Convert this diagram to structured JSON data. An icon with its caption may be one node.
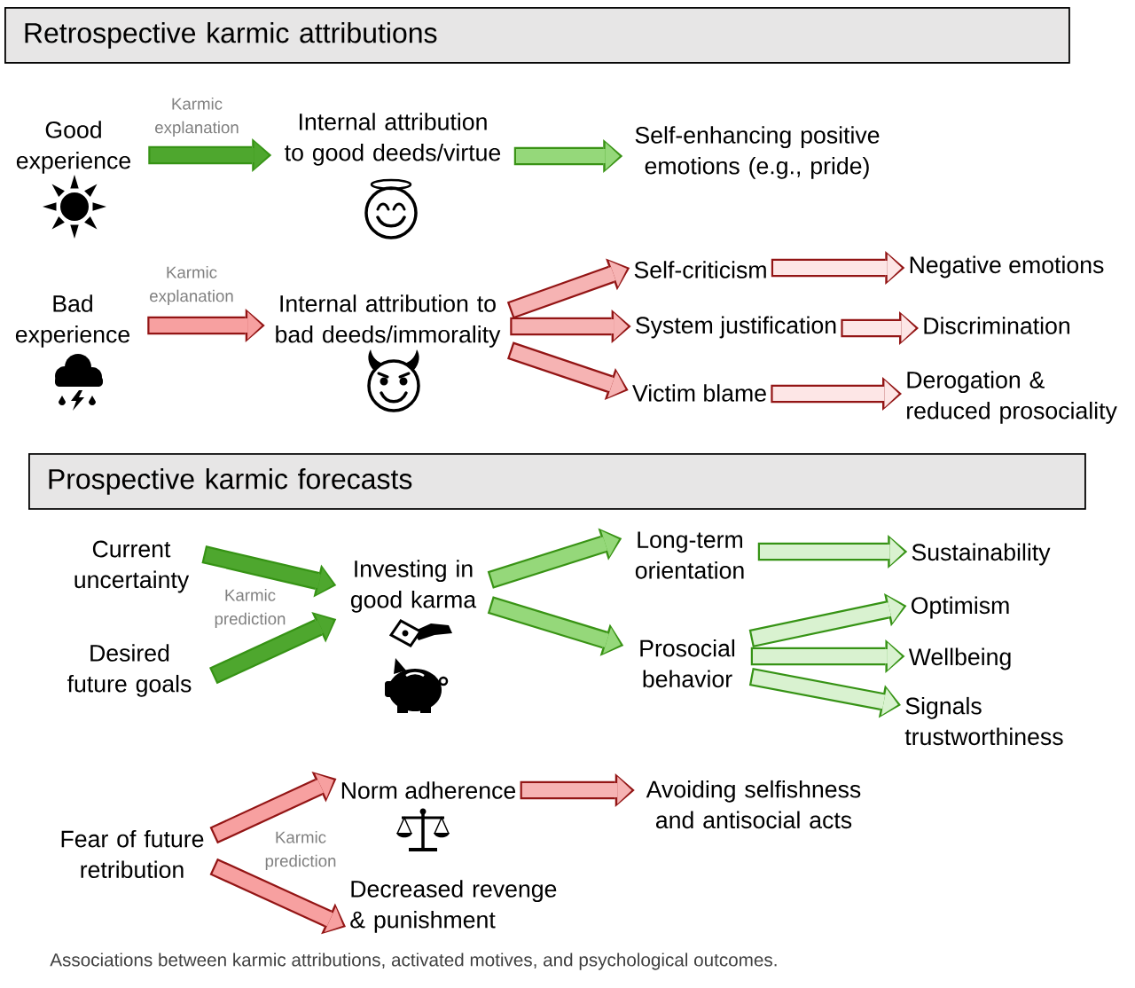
{
  "diagram": {
    "caption": "Associations between karmic attributions, activated motives, and psychological outcomes.",
    "nodes": [
      {
        "text": [
          "Retrospective karmic attributions"
        ]
      },
      {
        "text": [
          "Good experience"
        ]
      },
      {
        "text": [
          "Internal attribution to good deeds/virtue"
        ]
      },
      {
        "text": [
          "Self-enhancing positive emotions (e.g., pride)"
        ]
      },
      {
        "text": [
          "Bad experience"
        ]
      },
      {
        "text": [
          "Internal attribution to bad deeds/immorality"
        ]
      },
      {
        "text": [
          "Self-criticism"
        ]
      },
      {
        "text": [
          "Negative emotions"
        ]
      },
      {
        "text": [
          "System justification"
        ]
      },
      {
        "text": [
          "Discrimination"
        ]
      },
      {
        "text": [
          "Victim blame"
        ]
      },
      {
        "text": [
          "Derogation & reduced prosociality"
        ]
      },
      {
        "text": [
          "Prospective karmic forecasts"
        ]
      },
      {
        "text": [
          "Current uncertainty"
        ]
      },
      {
        "text": [
          "Desired future goals"
        ]
      },
      {
        "text": [
          "Investing in good karma"
        ]
      },
      {
        "text": [
          "Long-term orientation"
        ]
      },
      {
        "text": [
          "Sustainability"
        ]
      },
      {
        "text": [
          "Prosocial behavior"
        ]
      },
      {
        "text": [
          "Optimism"
        ]
      },
      {
        "text": [
          "Wellbeing"
        ]
      },
      {
        "text": [
          "Signals trustworthiness"
        ]
      },
      {
        "text": [
          "Fear of future retribution"
        ]
      },
      {
        "text": [
          "Norm adherence"
        ]
      },
      {
        "text": [
          "Avoiding selfishness and antisocial acts"
        ]
      },
      {
        "text": [
          "Decreased revenge & punishment"
        ]
      }
    ],
    "edges": [
      {
        "from": 1,
        "to": 2,
        "arrow": "to",
        "label": "Karmic explanation",
        "color": "#4ea72e"
      },
      {
        "from": 2,
        "to": 3,
        "arrow": "to",
        "color": "#95d87a"
      },
      {
        "from": 4,
        "to": 5,
        "arrow": "to",
        "label": "Karmic explanation",
        "color": "#f7a0a0"
      },
      {
        "from": 5,
        "to": 6,
        "arrow": "to",
        "color": "#f6b3b3"
      },
      {
        "from": 5,
        "to": 8,
        "arrow": "to",
        "color": "#f6b3b3"
      },
      {
        "from": 5,
        "to": 10,
        "arrow": "to",
        "color": "#f6b3b3"
      },
      {
        "from": 6,
        "to": 7,
        "arrow": "to",
        "color": "#fde6e6"
      },
      {
        "from": 8,
        "to": 9,
        "arrow": "to",
        "color": "#fde6e6"
      },
      {
        "from": 10,
        "to": 11,
        "arrow": "to",
        "color": "#fde6e6"
      },
      {
        "from": 13,
        "to": 15,
        "arrow": "to",
        "color": "#4ea72e"
      },
      {
        "from": 14,
        "to": 15,
        "arrow": "to",
        "color": "#4ea72e"
      },
      {
        "from": 15,
        "to": 16,
        "arrow": "to",
        "color": "#95d87a"
      },
      {
        "from": 15,
        "to": 18,
        "arrow": "to",
        "color": "#95d87a"
      },
      {
        "from": 16,
        "to": 17,
        "arrow": "to",
        "color": "#d9f2d0"
      },
      {
        "from": 18,
        "to": 19,
        "arrow": "to",
        "color": "#d9f2d0"
      },
      {
        "from": 18,
        "to": 20,
        "arrow": "to",
        "color": "#d9f2d0"
      },
      {
        "from": 18,
        "to": 21,
        "arrow": "to",
        "color": "#d9f2d0"
      },
      {
        "from": 22,
        "to": 23,
        "arrow": "to",
        "color": "#f7a0a0"
      },
      {
        "from": 22,
        "to": 25,
        "arrow": "to",
        "color": "#f7a0a0"
      },
      {
        "from": 23,
        "to": 24,
        "arrow": "to",
        "color": "#f6b3b3"
      }
    ],
    "labels": [
      "Karmic prediction",
      "Karmic prediction"
    ]
  }
}
